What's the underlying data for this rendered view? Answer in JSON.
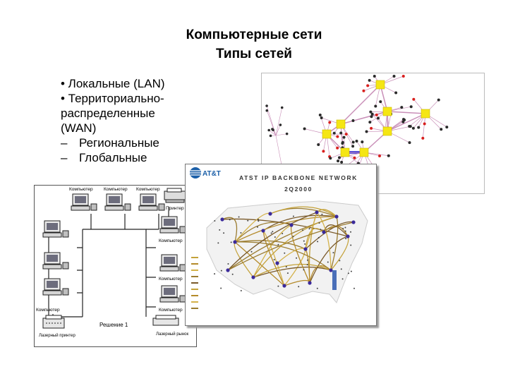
{
  "slide": {
    "title_line1": "Компьютерные сети",
    "title_line2": "Типы сетей"
  },
  "bullets": [
    "• Локальные (LAN)",
    "• Территориально-",
    "распределенные",
    "(WAN)"
  ],
  "sub_bullets": [
    {
      "marker": "–",
      "text": "Региональные"
    },
    {
      "marker": "–",
      "text": "Глобальные"
    }
  ],
  "att_map": {
    "logo_text": "AT&T",
    "header_line1": "ATST IP BACKBONE NETWORK",
    "header_line2": "2Q2000",
    "legend_items": [
      "",
      "",
      "",
      "",
      "",
      "",
      "",
      "",
      ""
    ]
  },
  "lan_diagram": {
    "top_labels": [
      "Компьютер",
      "Компьютер",
      "Компьютер"
    ],
    "printer_label": "Принтер",
    "left_bottom_label": "Компьютер",
    "right_labels": [
      "Компьютер",
      "Компьютер",
      "Компьютер"
    ],
    "laser_printer_label": "Лазерный принтер",
    "plotter_label": "Лазерный рынок",
    "caption": "Решение 1"
  },
  "colors": {
    "hub": "#f5e614",
    "link": "#c98fb8",
    "node_dark": "#2a2a2a",
    "node_red": "#d8201e",
    "backbone_blue": "#5a4fd6",
    "route_line": "#c4a23a"
  }
}
